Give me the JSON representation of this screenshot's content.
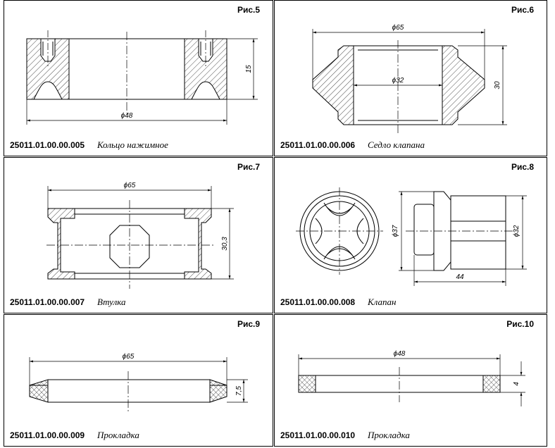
{
  "panels": [
    {
      "figure": "Рис.5",
      "code": "25011.01.00.00.005",
      "name": "Кольцо нажимное",
      "dims": {
        "diameter": "ϕ48",
        "height": "15"
      }
    },
    {
      "figure": "Рис.6",
      "code": "25011.01.00.00.006",
      "name": "Седло клапана",
      "dims": {
        "outer": "ϕ65",
        "inner": "ϕ32",
        "height": "30"
      }
    },
    {
      "figure": "Рис.7",
      "code": "25011.01.00.00.007",
      "name": "Втулка",
      "dims": {
        "diameter": "ϕ65",
        "height": "30,3"
      }
    },
    {
      "figure": "Рис.8",
      "code": "25011.01.00.00.008",
      "name": "Клапан",
      "dims": {
        "outer": "ϕ37",
        "inner": "ϕ32",
        "length": "44"
      }
    },
    {
      "figure": "Рис.9",
      "code": "25011.01.00.00.009",
      "name": "Прокладка",
      "dims": {
        "diameter": "ϕ65",
        "height": "7,5"
      }
    },
    {
      "figure": "Рис.10",
      "code": "25011.01.00.00.010",
      "name": "Прокладка",
      "dims": {
        "diameter": "ϕ48",
        "height": "4"
      }
    }
  ]
}
